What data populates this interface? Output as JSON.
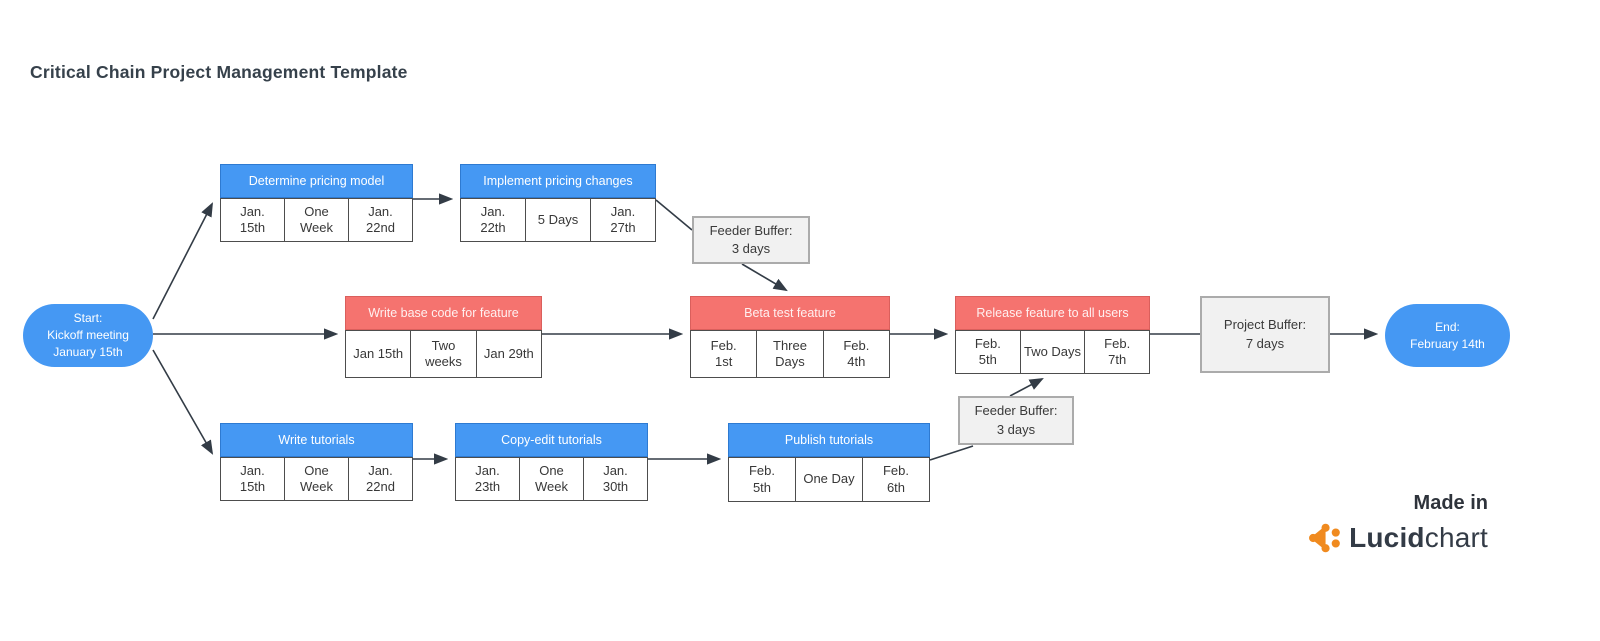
{
  "page": {
    "title": "Critical Chain Project Management Template"
  },
  "colors": {
    "blue": "#4598F3",
    "red": "#F5736F",
    "buffer_fill": "#F1F1F1",
    "buffer_border": "#ABABAB",
    "line": "#333C46",
    "title_color": "#36414B",
    "logo_orange": "#F08A1F"
  },
  "start_node": {
    "label": "Start:\nKickoff meeting\nJanuary 15th"
  },
  "end_node": {
    "label": "End:\nFebruary 14th"
  },
  "tasks": [
    {
      "id": "determine-pricing-model",
      "title": "Determine pricing model",
      "cells": [
        "Jan.\n15th",
        "One\nWeek",
        "Jan.\n22nd"
      ]
    },
    {
      "id": "implement-pricing-changes",
      "title": "Implement pricing changes",
      "cells": [
        "Jan.\n22th",
        "5 Days",
        "Jan.\n27th"
      ]
    },
    {
      "id": "write-base-code",
      "title": "Write base code for feature",
      "cells": [
        "Jan 15th",
        "Two\nweeks",
        "Jan 29th"
      ]
    },
    {
      "id": "beta-test-feature",
      "title": "Beta test feature",
      "cells": [
        "Feb.\n1st",
        "Three\nDays",
        "Feb.\n4th"
      ]
    },
    {
      "id": "release-feature",
      "title": "Release feature to all users",
      "cells": [
        "Feb.\n5th",
        "Two Days",
        "Feb.\n7th"
      ]
    },
    {
      "id": "write-tutorials",
      "title": "Write tutorials",
      "cells": [
        "Jan.\n15th",
        "One\nWeek",
        "Jan.\n22nd"
      ]
    },
    {
      "id": "copy-edit-tutorials",
      "title": "Copy-edit tutorials",
      "cells": [
        "Jan.\n23th",
        "One\nWeek",
        "Jan.\n30th"
      ]
    },
    {
      "id": "publish-tutorials",
      "title": "Publish tutorials",
      "cells": [
        "Feb.\n5th",
        "One Day",
        "Feb.\n6th"
      ]
    }
  ],
  "buffers": [
    {
      "id": "feeder-buffer-top",
      "label": "Feeder Buffer:\n3 days"
    },
    {
      "id": "feeder-buffer-bottom",
      "label": "Feeder Buffer:\n3 days"
    },
    {
      "id": "project-buffer",
      "label": "Project Buffer:\n7 days"
    }
  ],
  "branding": {
    "made_in": "Made in",
    "logo_bold": "Lucid",
    "logo_light": "chart"
  }
}
